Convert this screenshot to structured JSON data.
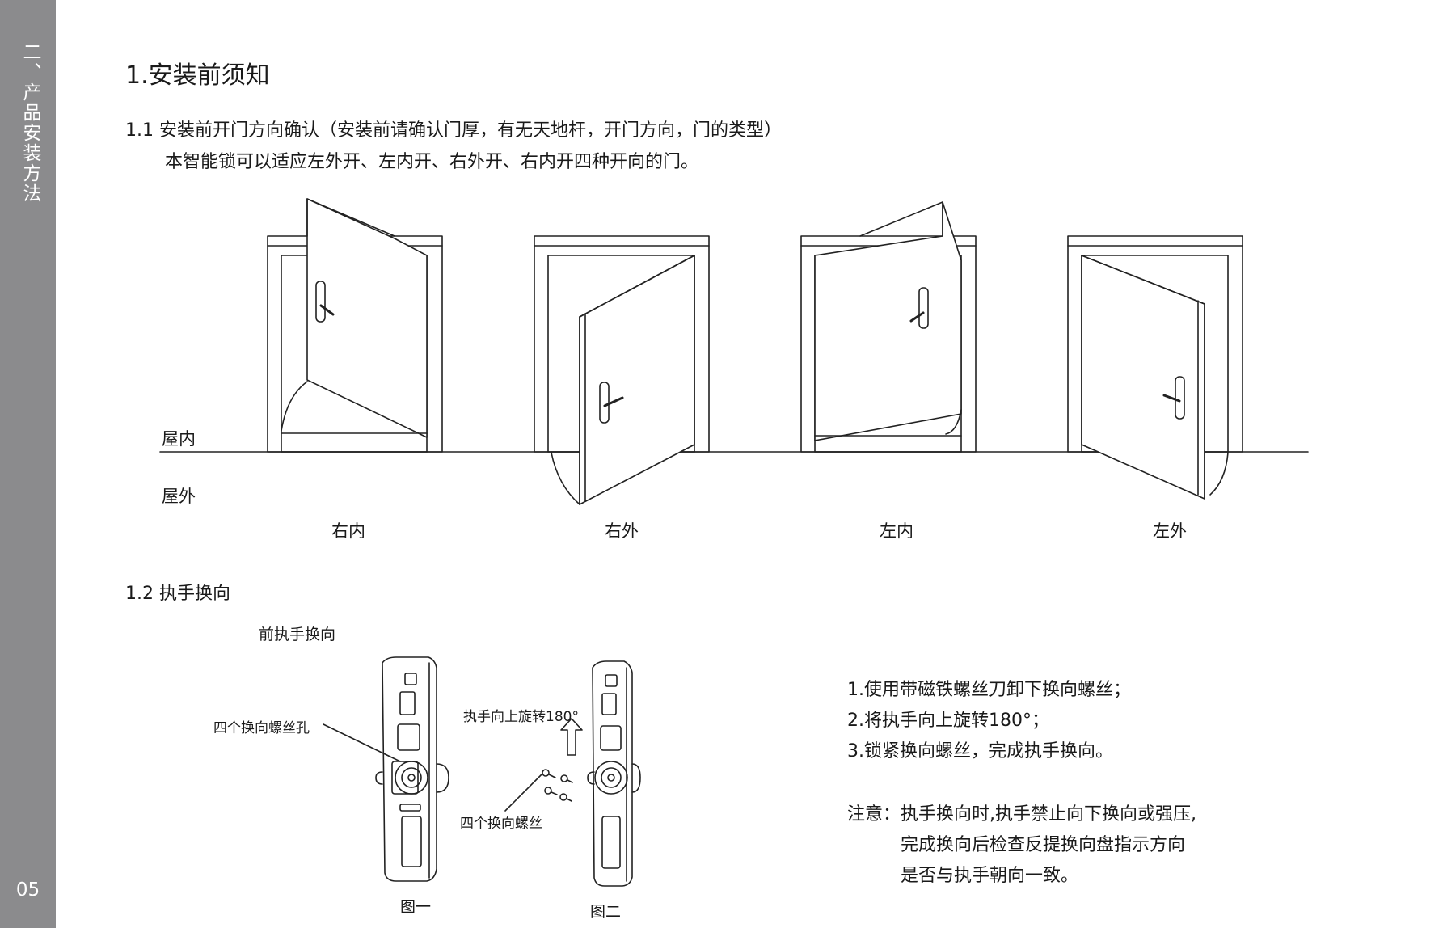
{
  "sidebar": {
    "title": "二、产品安装方法",
    "page_number": "05"
  },
  "section_title": "1.安装前须知",
  "subsection_1": {
    "heading": "1.1 安装前开门方向确认（安装前请确认门厚，有无天地杆，开门方向，门的类型）",
    "description": "本智能锁可以适应左外开、左内开、右外开、右内开四种开向的门。",
    "indoor_label": "屋内",
    "outdoor_label": "屋外",
    "door_types": [
      "右内",
      "右外",
      "左内",
      "左外"
    ]
  },
  "subsection_2": {
    "heading": "1.2  执手换向",
    "figure_title": "前执手换向",
    "callout_holes": "四个换向螺丝孔",
    "callout_rotate": "执手向上旋转180°",
    "callout_screws": "四个换向螺丝",
    "figure_captions": [
      "图一",
      "图二"
    ],
    "steps": [
      "1.使用带磁铁螺丝刀卸下换向螺丝；",
      "2.将执手向上旋转180°；",
      "3.锁紧换向螺丝，完成执手换向。"
    ],
    "note_label": "注意：",
    "note_lines": [
      "执手换向时,执手禁止向下换向或强压,",
      "完成换向后检查反提换向盘指示方向",
      "是否与执手朝向一致。"
    ]
  }
}
